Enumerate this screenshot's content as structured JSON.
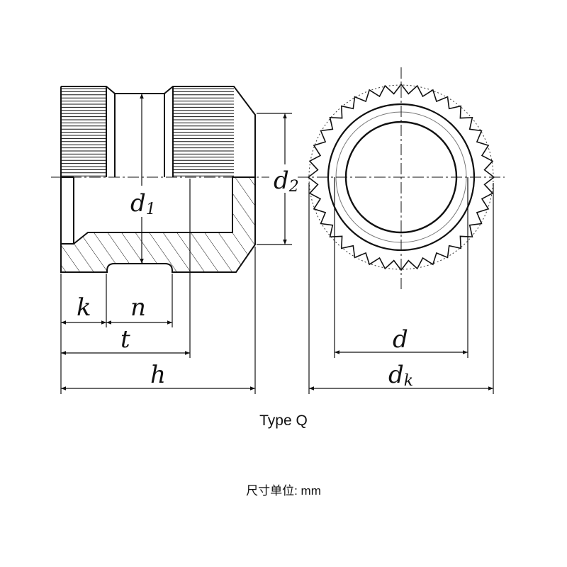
{
  "labels": {
    "d1": {
      "base": "d",
      "sub": "1"
    },
    "d2": {
      "base": "d",
      "sub": "2"
    },
    "d": "d",
    "dk": {
      "base": "d",
      "sub": "k"
    },
    "k": "k",
    "n": "n",
    "t": "t",
    "h": "h"
  },
  "captions": {
    "type": "Type Q",
    "unit": "尺寸单位: mm"
  }
}
